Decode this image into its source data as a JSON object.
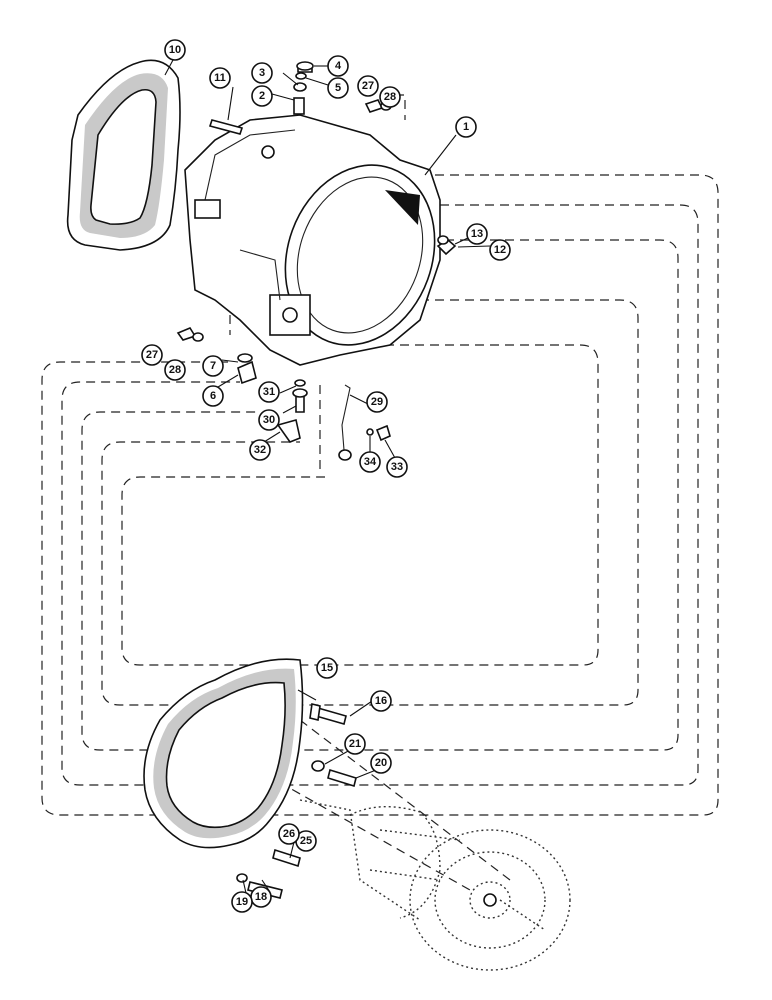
{
  "callouts": [
    {
      "id": "c1",
      "label": "1"
    },
    {
      "id": "c2",
      "label": "2"
    },
    {
      "id": "c3",
      "label": "3"
    },
    {
      "id": "c4",
      "label": "4"
    },
    {
      "id": "c5",
      "label": "5"
    },
    {
      "id": "c6",
      "label": "6"
    },
    {
      "id": "c7",
      "label": "7"
    },
    {
      "id": "c10",
      "label": "10"
    },
    {
      "id": "c11",
      "label": "11"
    },
    {
      "id": "c12",
      "label": "12"
    },
    {
      "id": "c13",
      "label": "13"
    },
    {
      "id": "c15",
      "label": "15"
    },
    {
      "id": "c16",
      "label": "16"
    },
    {
      "id": "c18",
      "label": "18"
    },
    {
      "id": "c19",
      "label": "19"
    },
    {
      "id": "c20",
      "label": "20"
    },
    {
      "id": "c21",
      "label": "21"
    },
    {
      "id": "c25",
      "label": "25"
    },
    {
      "id": "c26",
      "label": "26"
    },
    {
      "id": "c27a",
      "label": "27"
    },
    {
      "id": "c28a",
      "label": "28"
    },
    {
      "id": "c27b",
      "label": "27"
    },
    {
      "id": "c28b",
      "label": "28"
    },
    {
      "id": "c29",
      "label": "29"
    },
    {
      "id": "c30",
      "label": "30"
    },
    {
      "id": "c31",
      "label": "31"
    },
    {
      "id": "c32",
      "label": "32"
    },
    {
      "id": "c33",
      "label": "33"
    },
    {
      "id": "c34",
      "label": "34"
    }
  ]
}
